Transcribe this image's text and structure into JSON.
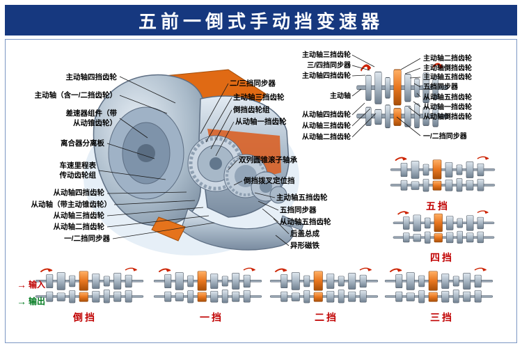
{
  "title": "五前一倒式手动挡变速器",
  "left_labels": [
    "主动轴四挡齿轮",
    "主动轴（含一/二挡齿轮）",
    "差速器组件（带\n从动锥齿轮）",
    "离合器分离板",
    "车速里程表\n传动齿轮组",
    "从动轴四挡齿轮",
    "从动轴（带主动锥齿轮）",
    "从动轴三挡齿轮",
    "从动轴二挡齿轮",
    "一/二挡同步器"
  ],
  "center_labels": [
    "二/三挡同步器",
    "主动轴三挡齿轮",
    "倒挡齿轮组",
    "从动轴一挡齿轮",
    "双列圆锥滚子轴承",
    "倒挡拨叉定位挡",
    "主动轴五挡齿轮",
    "五挡同步器",
    "从动轴五挡齿轮",
    "后盖总成",
    "异形磁铁"
  ],
  "detail_left_labels": [
    "主动轴三挡齿轮",
    "三/四挡同步器",
    "主动轴四挡齿轮",
    "主动轴",
    "从动轴四挡齿轮",
    "从动轴三挡齿轮",
    "从动轴二挡齿轮"
  ],
  "detail_right_labels": [
    "主动轴二挡齿轮",
    "主动轴倒挡齿轮",
    "主动轴五挡齿轮",
    "五挡同步器",
    "从动轴五挡齿轮",
    "从动轴一挡齿轮",
    "从动轴倒挡齿轮",
    "一/二挡同步器"
  ],
  "gear_diagrams": {
    "reverse": "倒挡",
    "first": "一挡",
    "second": "二挡",
    "third": "三挡",
    "fourth": "四挡",
    "fifth": "五挡"
  },
  "legend": {
    "input": "输入",
    "output": "输出"
  },
  "icons": {
    "arrow_right": "→"
  },
  "colors": {
    "title_bg": "#16387f",
    "title_text": "#ffffff",
    "frame_border": "#7b96c4",
    "gear_label": "#c00000",
    "input_label": "#c00000",
    "output_label": "#007a1f",
    "highlight_orange": "#e06a14",
    "steel_blue": "#a7b8c8"
  }
}
